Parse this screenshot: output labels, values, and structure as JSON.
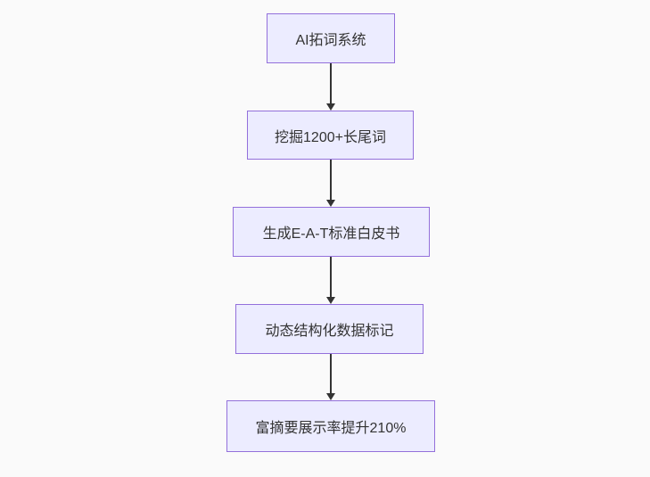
{
  "diagram": {
    "type": "flowchart",
    "direction": "top-down",
    "nodes": [
      {
        "id": "n1",
        "label": "AI拓词系统"
      },
      {
        "id": "n2",
        "label": "挖掘1200+长尾词"
      },
      {
        "id": "n3",
        "label": "生成E-A-T标准白皮书"
      },
      {
        "id": "n4",
        "label": "动态结构化数据标记"
      },
      {
        "id": "n5",
        "label": "富摘要展示率提升210%"
      }
    ],
    "edges": [
      {
        "from": "n1",
        "to": "n2",
        "style": "arrow-down"
      },
      {
        "from": "n2",
        "to": "n3",
        "style": "arrow-down"
      },
      {
        "from": "n3",
        "to": "n4",
        "style": "arrow-down"
      },
      {
        "from": "n4",
        "to": "n5",
        "style": "arrow-down"
      }
    ],
    "colors": {
      "node_fill": "#ECECFF",
      "node_border": "#9370DB",
      "text": "#333333",
      "arrow": "#333333",
      "background": "#FAFAFA"
    }
  }
}
